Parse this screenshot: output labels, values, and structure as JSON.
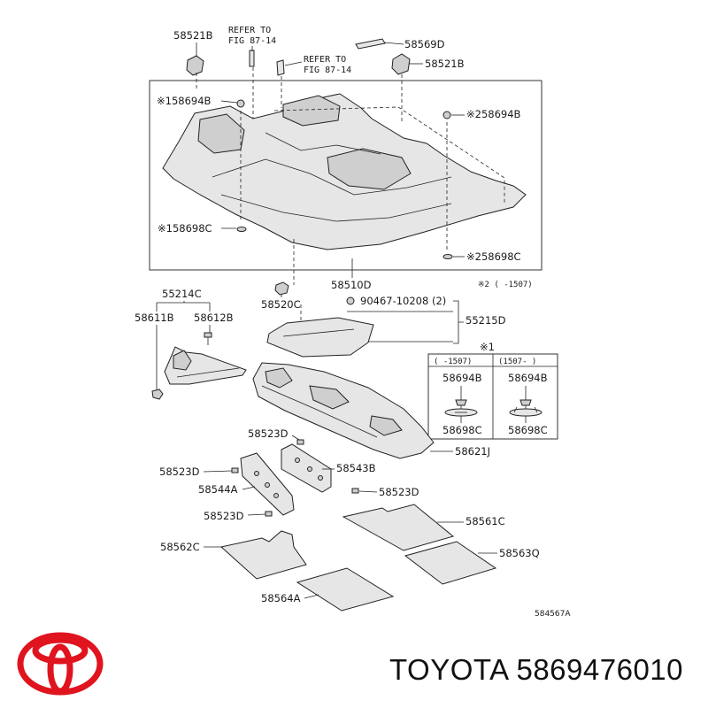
{
  "diagram": {
    "callouts": {
      "p58521B_left": "58521B",
      "p58521B_right": "58521B",
      "p58569D": "58569D",
      "refer_left_1": "REFER TO",
      "refer_left_2": "FIG 87-14",
      "refer_right_1": "REFER TO",
      "refer_right_2": "FIG 87-14",
      "p58694B_left": "※158694B",
      "p58694B_right": "※258694B",
      "p58698C_left": "※158698C",
      "p58698C_right": "※258698C",
      "p58510D": "58510D",
      "p58520C": "58520C",
      "note_range": "※2 (      -1507)",
      "p55214C": "55214C",
      "p58611B": "58611B",
      "p58612B": "58612B",
      "p90467": "90467-10208 (2)",
      "p55215D": "55215D",
      "p58621J": "58621J",
      "p58523D_1": "58523D",
      "p58523D_2": "58523D",
      "p58523D_3": "58523D",
      "p58523D_4": "58523D",
      "p58543B": "58543B",
      "p58544A": "58544A",
      "p58561C": "58561C",
      "p58562C": "58562C",
      "p58563Q": "58563Q",
      "p58564A": "58564A",
      "fig_code": "584567A"
    },
    "table": {
      "title": "※1",
      "col1_header": "(      -1507)",
      "col2_header": "(1507-      )",
      "col1_top": "58694B",
      "col1_bottom": "58698C",
      "col2_top": "58694B",
      "col2_bottom": "58698C"
    }
  },
  "brand": {
    "text": "TOYOTA 5869476010",
    "logo_color": "#e0141e",
    "logo": "toyota-emblem"
  }
}
